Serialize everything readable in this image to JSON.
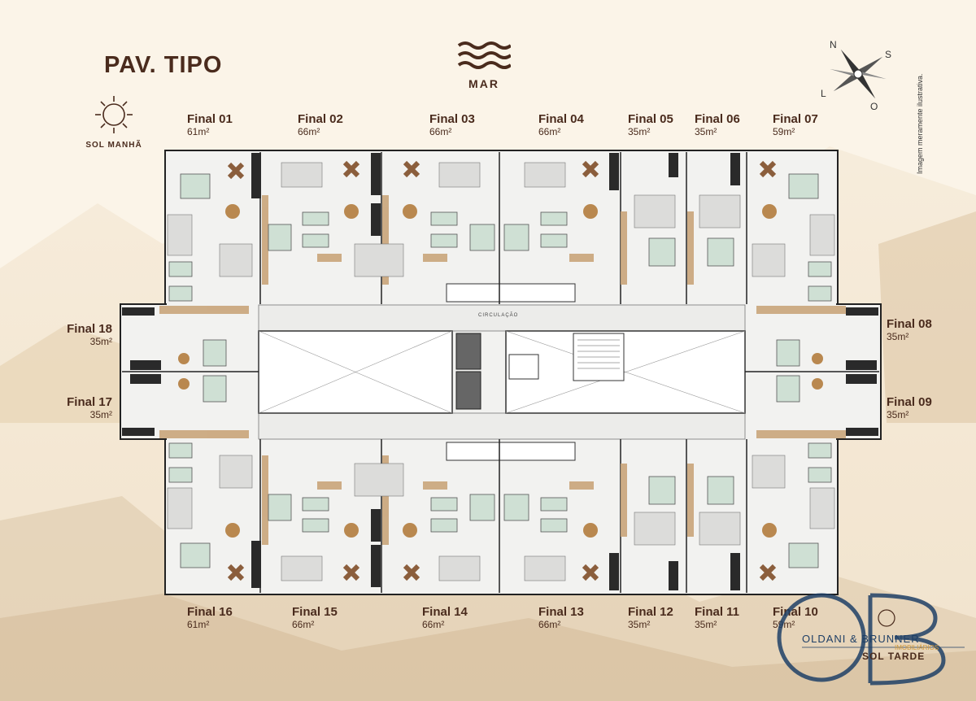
{
  "title": "PAV. TIPO",
  "sea_label": "MAR",
  "sun_morning": "SOL MANHÃ",
  "sun_afternoon": "SOL TARDE",
  "compass": {
    "n": "N",
    "s": "S",
    "l": "L",
    "o": "O"
  },
  "disclaimer": "Imagem meramente ilustrativa.",
  "plan": {
    "corridor_label": "CIRCULAÇÃO"
  },
  "units": [
    {
      "name": "Final 01",
      "area": "61m²"
    },
    {
      "name": "Final 02",
      "area": "66m²"
    },
    {
      "name": "Final 03",
      "area": "66m²"
    },
    {
      "name": "Final 04",
      "area": "66m²"
    },
    {
      "name": "Final 05",
      "area": "35m²"
    },
    {
      "name": "Final 06",
      "area": "35m²"
    },
    {
      "name": "Final 07",
      "area": "59m²"
    },
    {
      "name": "Final 08",
      "area": "35m²"
    },
    {
      "name": "Final 09",
      "area": "35m²"
    },
    {
      "name": "Final 10",
      "area": "59m²"
    },
    {
      "name": "Final 11",
      "area": "35m²"
    },
    {
      "name": "Final 12",
      "area": "35m²"
    },
    {
      "name": "Final 13",
      "area": "66m²"
    },
    {
      "name": "Final 14",
      "area": "66m²"
    },
    {
      "name": "Final 15",
      "area": "66m²"
    },
    {
      "name": "Final 16",
      "area": "61m²"
    },
    {
      "name": "Final 17",
      "area": "35m²"
    },
    {
      "name": "Final 18",
      "area": "35m²"
    }
  ],
  "logo": {
    "brand": "OLDANI & BRUNNER",
    "sub": "IMOBILIÁRIOS"
  },
  "colors": {
    "accent": "#4a2b1d",
    "wood": "#c9a57a",
    "logo": "#1f3f66"
  }
}
